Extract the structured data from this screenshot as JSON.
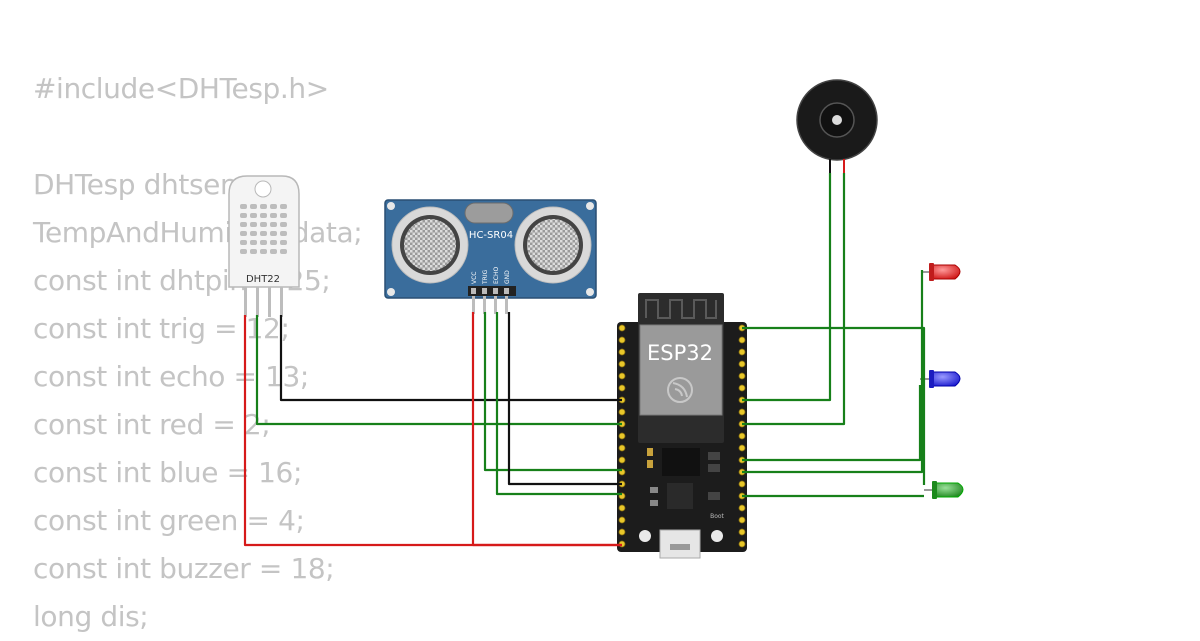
{
  "code_lines": [
    "#include<DHTesp.h>",
    "",
    "DHTesp dhtsensor;",
    "TempAndHumidity data;",
    "const int dhtpin = 25;",
    "const int trig = 12;",
    "const int echo = 13;",
    "const int red = 2;",
    "const int blue = 16;",
    "const int green = 4;",
    "const int buzzer = 18;",
    "long dis;"
  ],
  "components": {
    "dht": {
      "label": "DHT22"
    },
    "sonar": {
      "label": "HC-SR04",
      "pins": [
        "VCC",
        "TRIG",
        "ECHO",
        "GND"
      ]
    },
    "esp32": {
      "label": "ESP32",
      "boot_label": "Boot"
    }
  },
  "colors": {
    "wire_red": "#d61a1a",
    "wire_green": "#17801a",
    "wire_black": "#111111",
    "led_red": "#e02424",
    "led_blue": "#2a2ae0",
    "led_green": "#2e9a2e",
    "sonar_board": "#3a6d9c",
    "esp_board": "#1c1c1c"
  }
}
